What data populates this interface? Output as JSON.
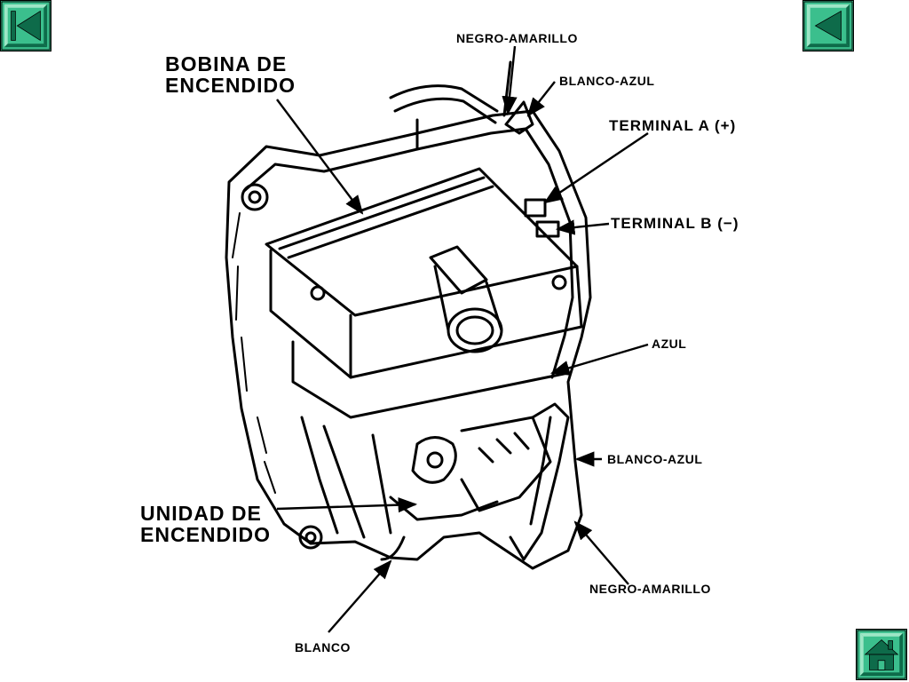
{
  "nav": {
    "first_icon": "skip-to-first-icon",
    "prev_icon": "previous-icon",
    "home_icon": "home-icon",
    "button_color": "#3bbf8d",
    "button_dark": "#0e6b4a"
  },
  "labels": {
    "bobina_line1": "BOBINA DE",
    "bobina_line2": "ENCENDIDO",
    "negro_amarillo_top": "NEGRO-AMARILLO",
    "blanco_azul_top": "BLANCO-AZUL",
    "terminal_a": "TERMINAL A (+)",
    "terminal_b": "TERMINAL B (−)",
    "azul": "AZUL",
    "blanco_azul_bottom": "BLANCO-AZUL",
    "unidad_line1": "UNIDAD DE",
    "unidad_line2": "ENCENDIDO",
    "negro_amarillo_bottom": "NEGRO-AMARILLO",
    "blanco": "BLANCO"
  }
}
